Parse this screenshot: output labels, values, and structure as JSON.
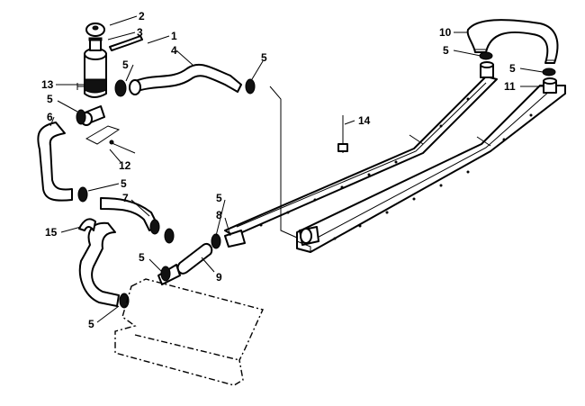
{
  "colors": {
    "line": "#000000",
    "background": "#ffffff"
  },
  "callouts": [
    {
      "id": "c2",
      "text": "2"
    },
    {
      "id": "c3",
      "text": "3"
    },
    {
      "id": "c1",
      "text": "1"
    },
    {
      "id": "c4",
      "text": "4"
    },
    {
      "id": "c5a",
      "text": "5"
    },
    {
      "id": "c5b",
      "text": "5"
    },
    {
      "id": "c13",
      "text": "13"
    },
    {
      "id": "c5c",
      "text": "5"
    },
    {
      "id": "c6",
      "text": "6"
    },
    {
      "id": "c12",
      "text": "12"
    },
    {
      "id": "c5d",
      "text": "5"
    },
    {
      "id": "c7",
      "text": "7"
    },
    {
      "id": "c15",
      "text": "15"
    },
    {
      "id": "c5e",
      "text": "5"
    },
    {
      "id": "c5f",
      "text": "5"
    },
    {
      "id": "c8",
      "text": "8"
    },
    {
      "id": "c9",
      "text": "9"
    },
    {
      "id": "c5g",
      "text": "5"
    },
    {
      "id": "c14",
      "text": "14"
    },
    {
      "id": "c10",
      "text": "10"
    },
    {
      "id": "c5h",
      "text": "5"
    },
    {
      "id": "c5i",
      "text": "5"
    },
    {
      "id": "c11",
      "text": "11"
    }
  ]
}
